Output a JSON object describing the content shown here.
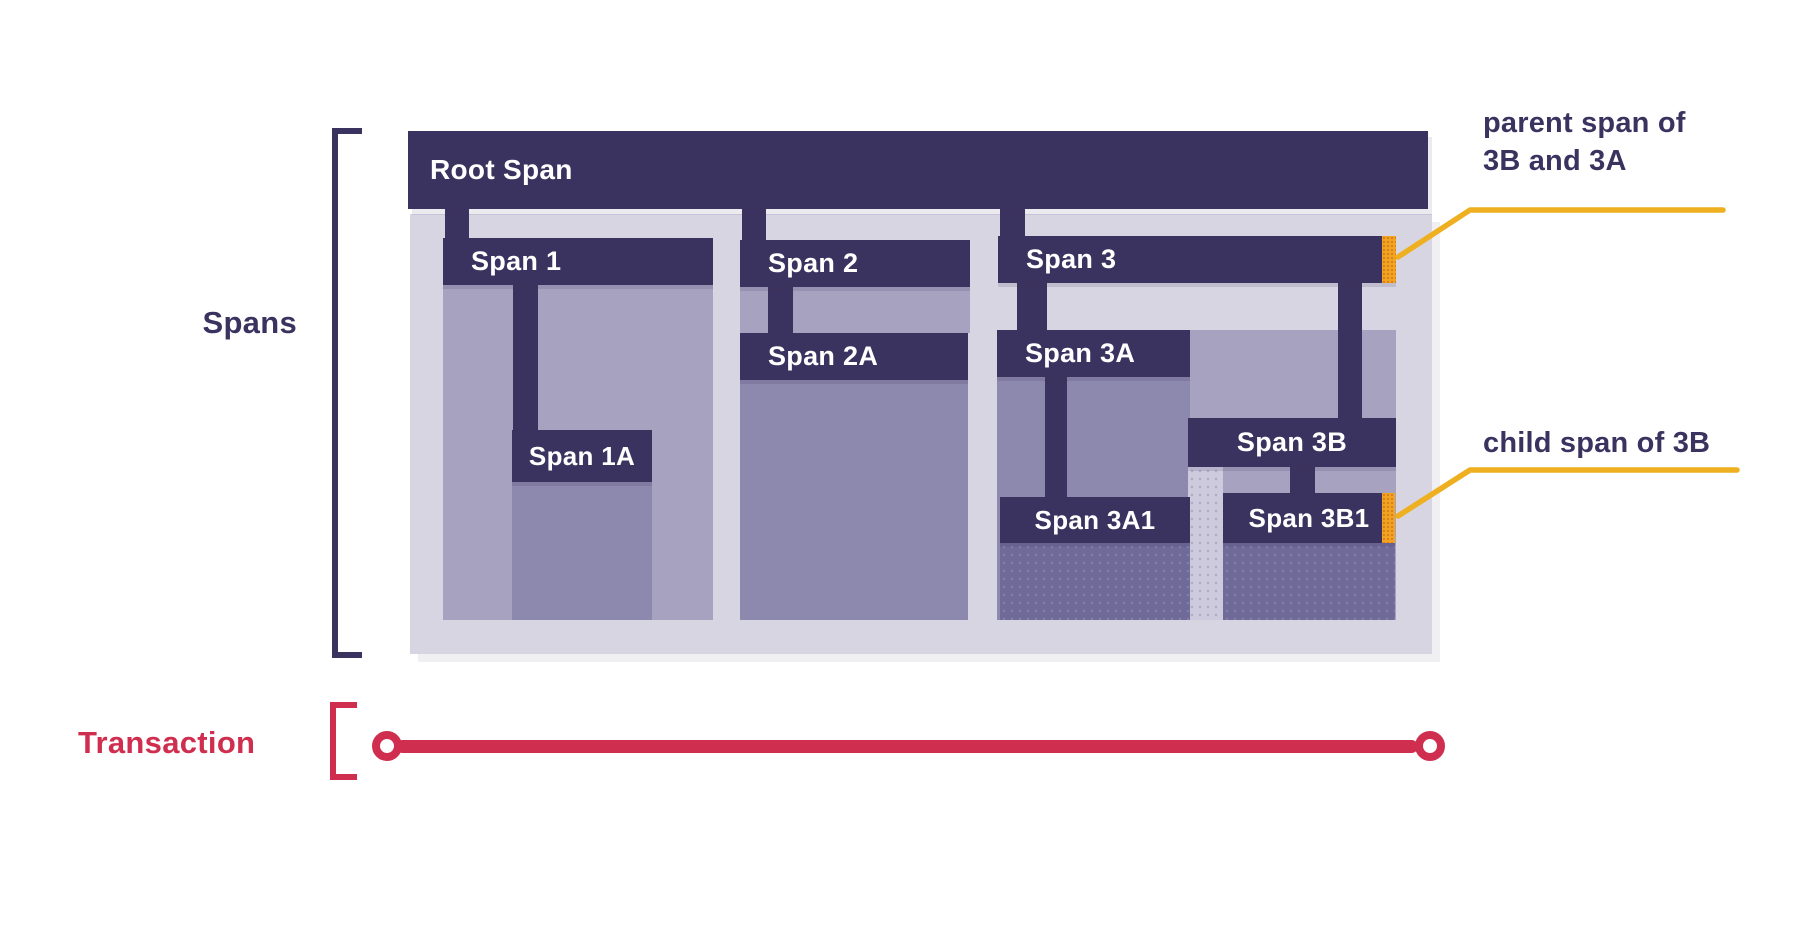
{
  "diagram": {
    "side_labels": {
      "spans": "Spans",
      "transaction": "Transaction"
    },
    "spans": {
      "root": {
        "label": "Root Span"
      },
      "span1": {
        "label": "Span 1"
      },
      "span1a": {
        "label": "Span 1A"
      },
      "span2": {
        "label": "Span 2"
      },
      "span2a": {
        "label": "Span 2A"
      },
      "span3": {
        "label": "Span 3"
      },
      "span3a": {
        "label": "Span 3A"
      },
      "span3a1": {
        "label": "Span 3A1"
      },
      "span3b": {
        "label": "Span 3B"
      },
      "span3b1": {
        "label": "Span 3B1"
      }
    },
    "annotations": {
      "parent": {
        "line1": "parent span of",
        "line2": "3B and 3A"
      },
      "child": {
        "text": "child span of 3B"
      }
    },
    "colors": {
      "bar_dark": "#3b335f",
      "panel": "#d7d5e2",
      "fill_light": "#a6a2bf",
      "fill_mid": "#8d88ad",
      "fill_dark": "#6f6a98",
      "marker_orange": "#f0a420",
      "callout_yellow": "#eeb021",
      "transaction_red": "#d02e4f",
      "text_purple": "#3b335f"
    }
  }
}
